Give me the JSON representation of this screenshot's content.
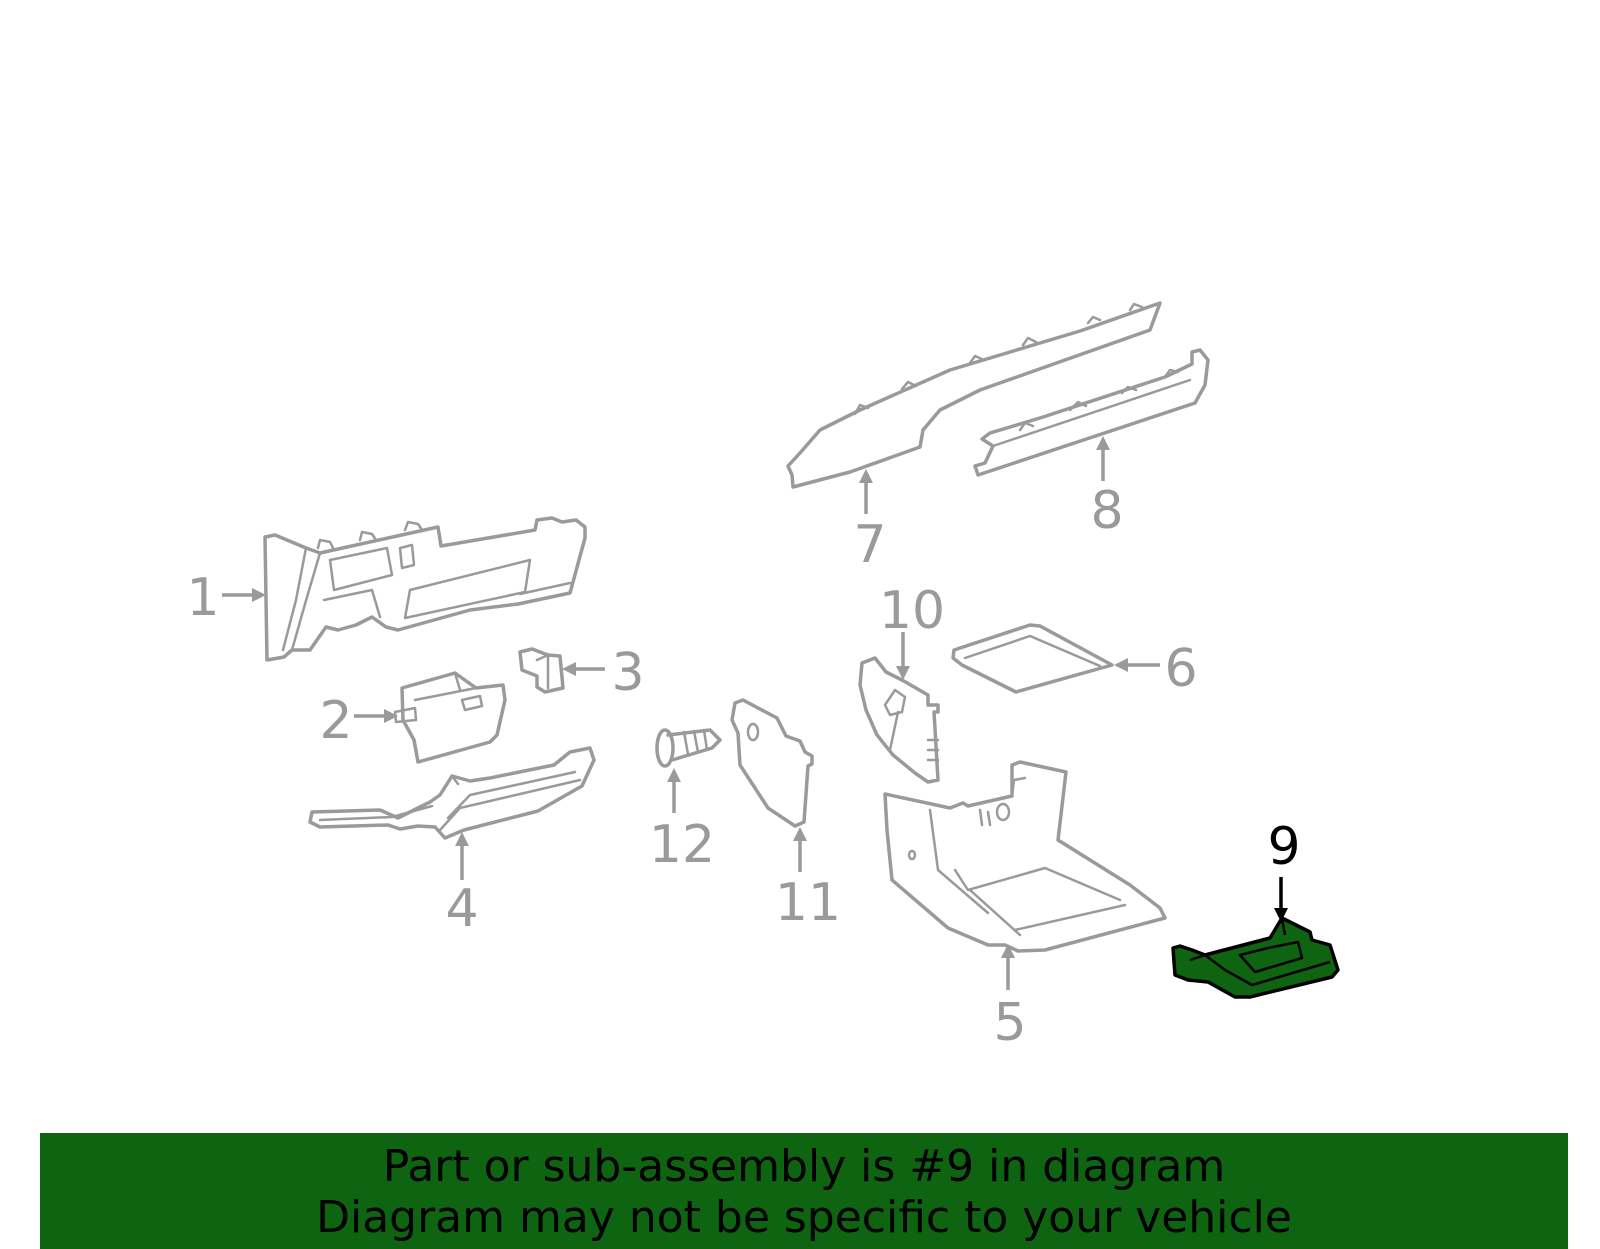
{
  "diagram": {
    "highlight_color": "#0e6410",
    "line_color": "#9a9a9a",
    "highlighted_part": "9",
    "callouts": [
      {
        "id": "c1",
        "label": "1"
      },
      {
        "id": "c2",
        "label": "2"
      },
      {
        "id": "c3",
        "label": "3"
      },
      {
        "id": "c4",
        "label": "4"
      },
      {
        "id": "c5",
        "label": "5"
      },
      {
        "id": "c6",
        "label": "6"
      },
      {
        "id": "c7",
        "label": "7"
      },
      {
        "id": "c8",
        "label": "8"
      },
      {
        "id": "c9",
        "label": "9"
      },
      {
        "id": "c10",
        "label": "10"
      },
      {
        "id": "c11",
        "label": "11"
      },
      {
        "id": "c12",
        "label": "12"
      }
    ]
  },
  "banner": {
    "line1": "Part or sub-assembly is #9 in diagram",
    "line2": "Diagram may not be specific to your vehicle"
  }
}
